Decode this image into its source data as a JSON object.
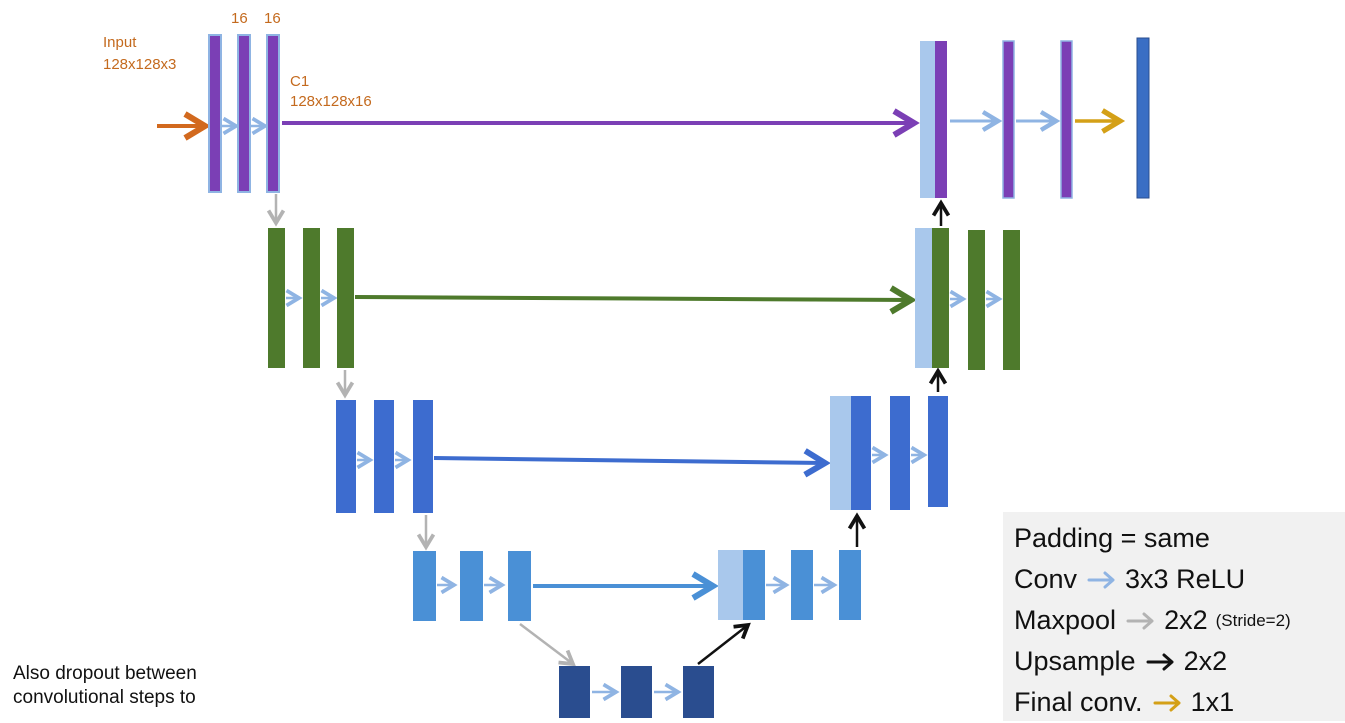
{
  "labels": {
    "input_title": "Input",
    "input_size": "128x128x3",
    "filters_a": "16",
    "filters_b": "16",
    "c1_title": "C1",
    "c1_size": "128x128x16"
  },
  "legend": {
    "padding": "Padding = same",
    "conv_label": "Conv",
    "conv_value": "3x3 ReLU",
    "maxpool_label": "Maxpool",
    "maxpool_value": "2x2",
    "maxpool_note": "(Stride=2)",
    "upsample_label": "Upsample",
    "upsample_value": "2x2",
    "final_label": "Final conv.",
    "final_value": "1x1"
  },
  "note": "Also dropout between convolutional steps to",
  "colors": {
    "level1": "#7b3fb5",
    "level2": "#4e7a2c",
    "level3": "#3d6ccf",
    "level4": "#4a90d6",
    "bottleneck": "#2a4d8f",
    "skip_concat": "#a9c8ec",
    "output": "#3a6ec4",
    "input_arrow": "#d2691e",
    "conv_arrow": "#8fb4e3",
    "maxpool_arrow": "#b3b3b3",
    "upsample_arrow": "#111111",
    "final_arrow": "#d4a017",
    "label_text": "#c46a1e"
  }
}
